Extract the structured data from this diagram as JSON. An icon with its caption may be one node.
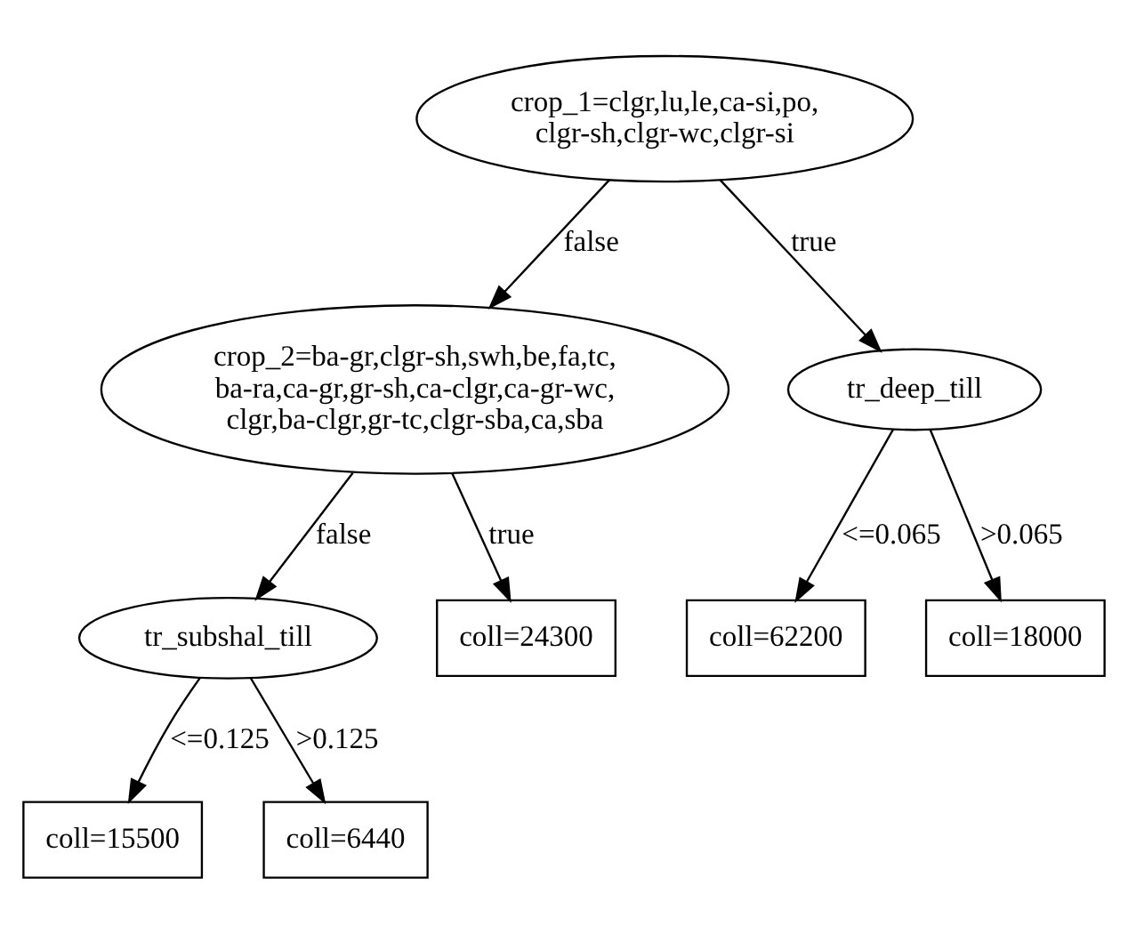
{
  "diagram": {
    "nodes": [
      {
        "text": [
          "crop_1=clgr,lu,le,ca-si,po, clgr-sh,clgr-wc,clgr-si"
        ]
      },
      {
        "text": [
          "crop_2=ba-gr,clgr-sh,swh,be,fa,tc, ba-ra,ca-gr,gr-sh,ca-clgr,ca-gr-wc, clgr,ba-clgr,gr-tc,clgr-sba,ca,sba"
        ]
      },
      {
        "text": [
          "tr_deep_till"
        ]
      },
      {
        "text": [
          "tr_subshal_till"
        ]
      },
      {
        "text": [
          "coll=24300"
        ]
      },
      {
        "text": [
          "coll=62200"
        ]
      },
      {
        "text": [
          "coll=18000"
        ]
      },
      {
        "text": [
          "coll=15500"
        ]
      },
      {
        "text": [
          "coll=6440"
        ]
      }
    ],
    "edges": [
      {
        "from": 0,
        "to": 1,
        "arrow": "to",
        "label": "false"
      },
      {
        "from": 0,
        "to": 2,
        "arrow": "to",
        "label": "true"
      },
      {
        "from": 1,
        "to": 3,
        "arrow": "to",
        "label": "false"
      },
      {
        "from": 1,
        "to": 4,
        "arrow": "to",
        "label": "true"
      },
      {
        "from": 2,
        "to": 5,
        "arrow": "to",
        "label": "<=0.065"
      },
      {
        "from": 2,
        "to": 6,
        "arrow": "to",
        "label": ">0.065"
      },
      {
        "from": 3,
        "to": 7,
        "arrow": "to",
        "label": "<=0.125"
      },
      {
        "from": 3,
        "to": 8,
        "arrow": "to",
        "label": ">0.125"
      }
    ]
  }
}
